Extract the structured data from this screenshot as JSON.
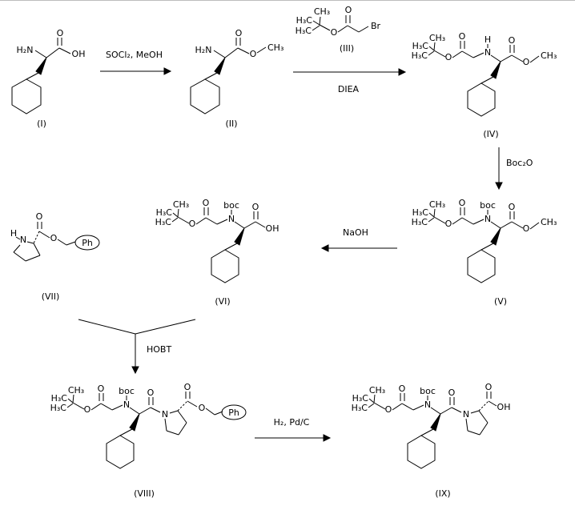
{
  "scheme": {
    "background": "#ffffff",
    "line_color": "#000000"
  },
  "atoms": {
    "h2n": "H₂N",
    "o": "O",
    "oh": "OH",
    "ch3": "CH₃",
    "h3c": "H₃C",
    "n": "N",
    "h": "H",
    "boc": "boc",
    "br": "Br",
    "ph": "Ph"
  },
  "compounds": {
    "i": {
      "label": "(I)"
    },
    "ii": {
      "label": "(II)"
    },
    "iii": {
      "label": "(III)"
    },
    "iv": {
      "label": "(IV)"
    },
    "v": {
      "label": "(V)"
    },
    "vi": {
      "label": "(VI)"
    },
    "vii": {
      "label": "(VII)"
    },
    "viii": {
      "label": "(VIII)"
    },
    "ix": {
      "label": "(IX)"
    }
  },
  "reagents": {
    "step1": "SOCl₂, MeOH",
    "step2_below": "DIEA",
    "step3": "Boc₂O",
    "step4": "NaOH",
    "step5": "HOBT",
    "step6": "H₂, Pd/C"
  }
}
